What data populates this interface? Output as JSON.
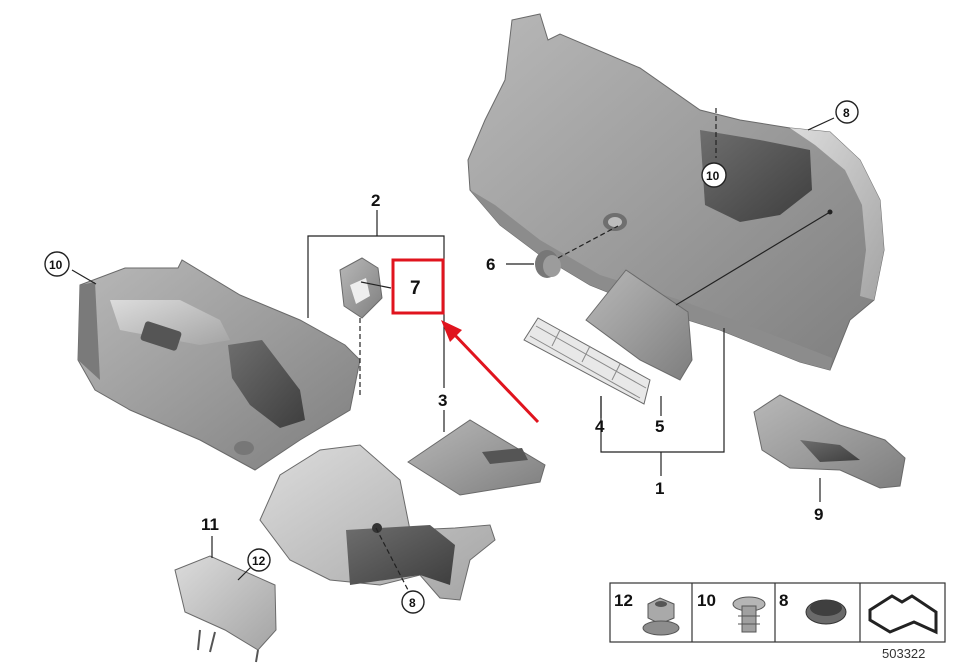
{
  "diagram": {
    "drawing_number": "503322",
    "callouts": {
      "c1": "1",
      "c2": "2",
      "c3": "3",
      "c4": "4",
      "c5": "5",
      "c6": "6",
      "c7": "7",
      "c9": "9",
      "c11": "11",
      "c8a": "8",
      "c8b": "8",
      "c10a": "10",
      "c10b": "10",
      "c12": "12"
    },
    "legend": {
      "item12": "12",
      "item10": "10",
      "item8": "8"
    },
    "highlight": {
      "box_color": "#e0141e",
      "arrow_color": "#e0141e",
      "target_label": "7"
    },
    "colors": {
      "panel_fill": "#9a9a9a",
      "panel_light": "#c4c4c4",
      "panel_dark": "#4a4a4a"
    }
  }
}
